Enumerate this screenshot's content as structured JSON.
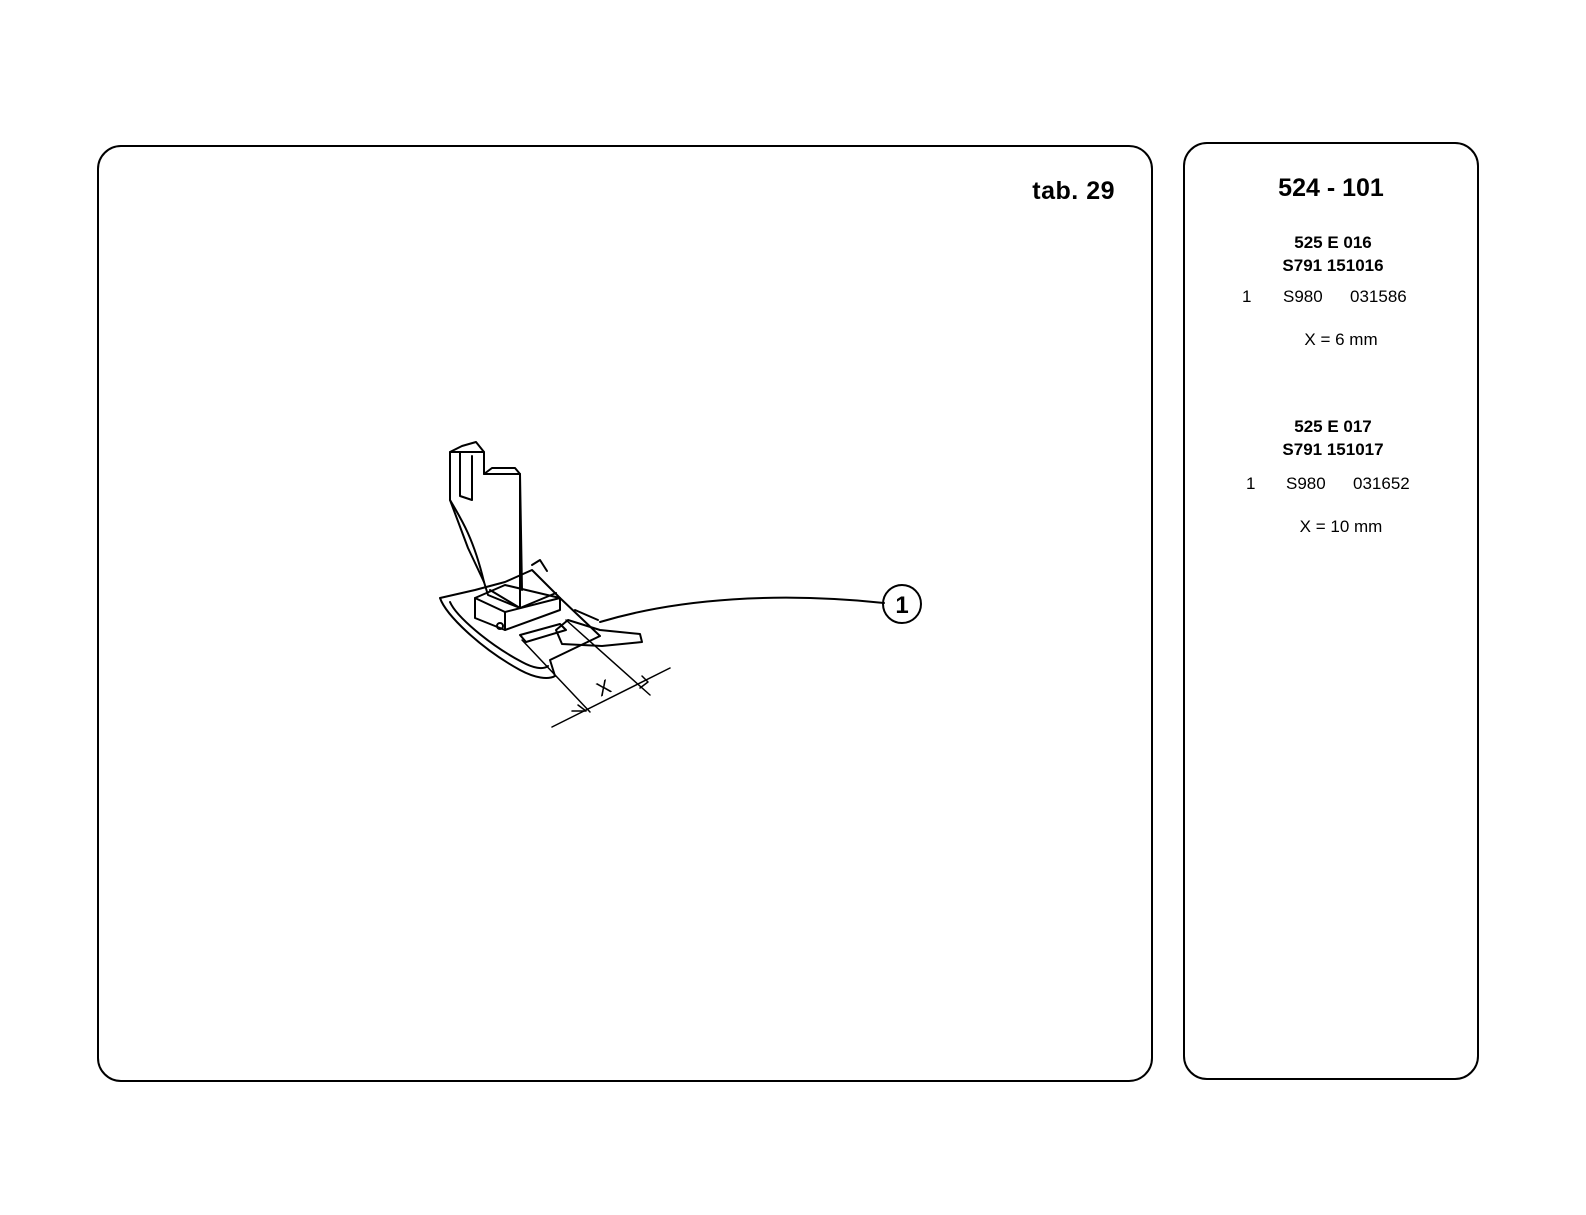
{
  "main_panel": {
    "tab_label": "tab. 29",
    "callout_number": "1",
    "dimension_label": "X"
  },
  "side_panel": {
    "group_code": "524 - 101",
    "parts": [
      {
        "code": "525 E 016",
        "number": "S791 151016",
        "row": {
          "qty": "1",
          "prefix": "S980",
          "suffix": "031586"
        },
        "dimension": "X = 6 mm"
      },
      {
        "code": "525 E 017",
        "number": "S791 151017",
        "row": {
          "qty": "1",
          "prefix": "S980",
          "suffix": "031652"
        },
        "dimension": "X = 10 mm"
      }
    ]
  }
}
